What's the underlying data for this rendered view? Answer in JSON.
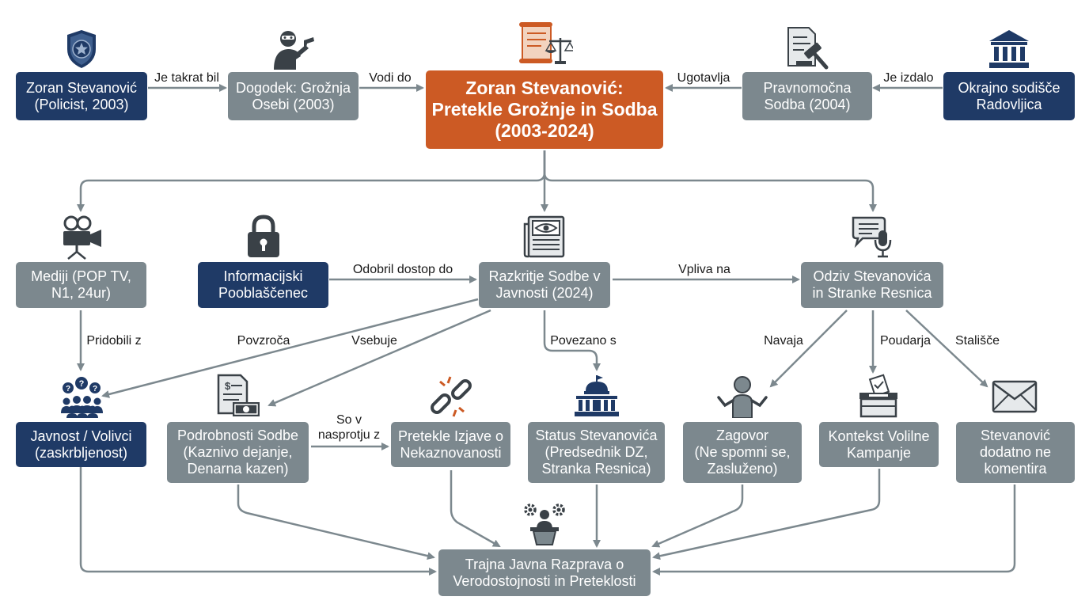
{
  "nodes": {
    "zoran_policist": "Zoran Stevanović\n(Policist, 2003)",
    "dogodek": "Dogodek: Grožnja\nOsebi (2003)",
    "central": "Zoran Stevanović:\nPretekle Grožnje in Sodba\n(2003-2024)",
    "pravnomocna": "Pravnomočna\nSodba (2004)",
    "okrajno": "Okrajno sodišče\nRadovljica",
    "mediji": "Mediji (POP TV,\nN1, 24ur)",
    "informacijski": "Informacijski\nPooblaščenec",
    "razkritje": "Razkritje Sodbe v\nJavnosti (2024)",
    "odziv": "Odziv Stevanovića\nin Stranke Resnica",
    "javnost": "Javnost / Volivci\n(zaskrbljenost)",
    "podrobnosti": "Podrobnosti Sodbe\n(Kaznivo dejanje,\nDenarna kazen)",
    "pretekle_izjave": "Pretekle Izjave o\nNekaznovanosti",
    "status": "Status Stevanovića\n(Predsednik DZ,\nStranka Resnica)",
    "zagovor": "Zagovor\n(Ne spomni se,\nZasluženo)",
    "kontekst": "Kontekst Volilne\nKampanje",
    "stevanovic_ne": "Stevanović\ndodatno ne\nkomentira",
    "trajna": "Trajna Javna Razprava o\nVerodostojnosti in Preteklosti"
  },
  "edge_labels": {
    "je_takrat_bil": "Je takrat bil",
    "vodi_do": "Vodi do",
    "ugotavlja": "Ugotavlja",
    "je_izdalo": "Je izdalo",
    "odobril": "Odobril dostop do",
    "vpliva_na": "Vpliva na",
    "pridobili_z": "Pridobili z",
    "povzroca": "Povzroča",
    "vsebuje": "Vsebuje",
    "povezano_s": "Povezano s",
    "navaja": "Navaja",
    "poudarja": "Poudarja",
    "stalisce": "Stališče",
    "so_v_nasprotju": "So v\nnasprotju z"
  },
  "icons": [
    "police-badge-icon",
    "criminal-with-gun-icon",
    "scroll-and-scales-icon",
    "gavel-document-icon",
    "courthouse-icon",
    "video-camera-icon",
    "padlock-icon",
    "newspaper-eye-icon",
    "speech-bubble-microphone-icon",
    "crowd-questions-icon",
    "invoice-cash-icon",
    "broken-chain-icon",
    "parliament-building-icon",
    "shrugging-person-icon",
    "ballot-box-icon",
    "envelope-icon",
    "speaker-podium-gears-icon"
  ],
  "colors": {
    "navy": "#1f3a66",
    "gray": "#7c888e",
    "orange": "#cc5a24",
    "arrow": "#7c888e"
  }
}
